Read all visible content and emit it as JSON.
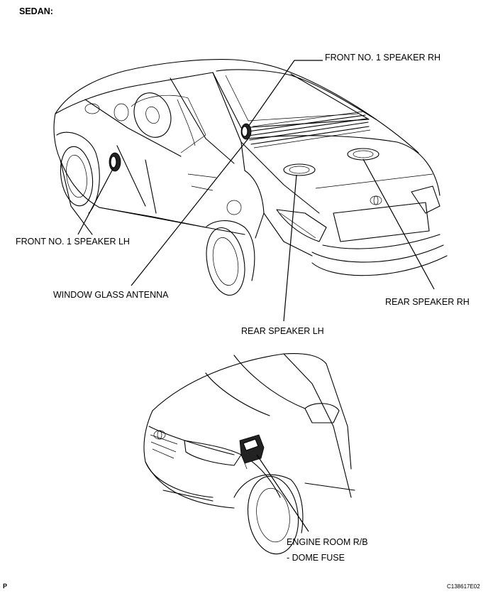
{
  "header": {
    "title": "SEDAN:"
  },
  "labels": {
    "front_speaker_rh": "FRONT NO. 1 SPEAKER RH",
    "front_speaker_lh": "FRONT NO. 1 SPEAKER LH",
    "window_glass_antenna": "WINDOW GLASS ANTENNA",
    "rear_speaker_lh": "REAR SPEAKER LH",
    "rear_speaker_rh": "REAR SPEAKER RH",
    "engine_room_rb": "ENGINE ROOM R/B",
    "dome_fuse": "- DOME FUSE"
  },
  "footer": {
    "left_mark": "P",
    "figure_code": "C138617E02"
  }
}
